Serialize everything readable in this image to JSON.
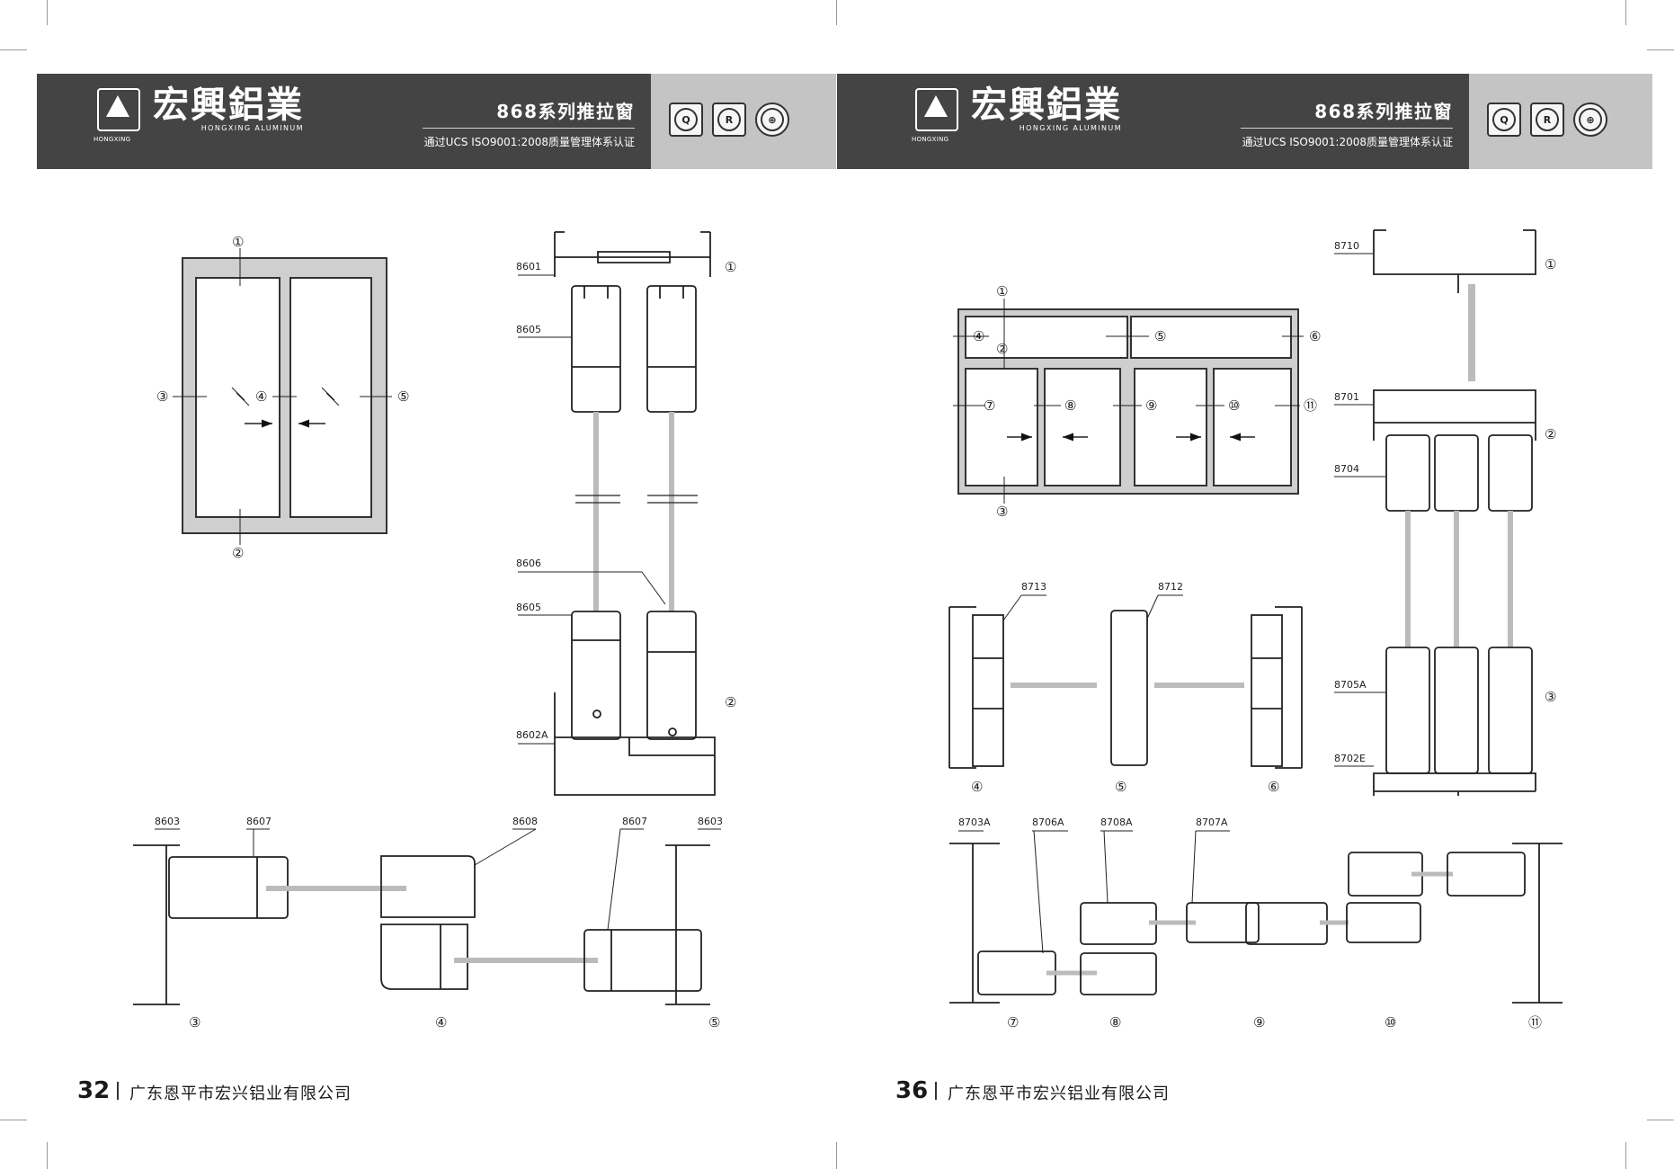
{
  "pages": [
    {
      "logo_cn": "宏興鋁業",
      "logo_en": "HONGXING ALUMINUM",
      "logo_tag": "HONGXING",
      "series_title": "868系列推拉窗",
      "certification": "通过UCS ISO9001:2008质量管理体系认证",
      "page_number": "32",
      "company": "广东恩平市宏兴铝业有限公司"
    },
    {
      "logo_cn": "宏興鋁業",
      "logo_en": "HONGXING ALUMINUM",
      "logo_tag": "HONGXING",
      "series_title": "868系列推拉窗",
      "certification": "通过UCS ISO9001:2008质量管理体系认证",
      "page_number": "36",
      "company": "广东恩平市宏兴铝业有限公司"
    }
  ],
  "badges": [
    {
      "letter": "Q",
      "icon": "q-china-cert-icon"
    },
    {
      "letter": "R",
      "icon": "r-china-cert-icon"
    },
    {
      "letter": "",
      "icon": "globe-cert-icon"
    }
  ],
  "left_drawing": {
    "window_markers": [
      "①",
      "②",
      "③",
      "④",
      "⑤"
    ],
    "section_codes": [
      "8601",
      "8605",
      "8606",
      "8605",
      "8602A"
    ],
    "section_markers": [
      "①",
      "②"
    ],
    "bottom_codes": [
      "8603",
      "8607",
      "8608",
      "8607",
      "8603"
    ],
    "bottom_markers": [
      "③",
      "④",
      "⑤"
    ]
  },
  "right_drawing": {
    "window_markers": [
      "①",
      "②",
      "③",
      "④",
      "⑤",
      "⑥",
      "⑦",
      "⑧",
      "⑨",
      "⑩",
      "⑪"
    ],
    "section_codes": [
      "8710",
      "8701",
      "8704",
      "8705A",
      "8702E"
    ],
    "section_markers": [
      "①",
      "②",
      "③"
    ],
    "middle_codes": [
      "8713",
      "8712"
    ],
    "middle_markers": [
      "④",
      "⑤",
      "⑥"
    ],
    "bottom_codes": [
      "8703A",
      "8706A",
      "8708A",
      "8707A"
    ],
    "bottom_markers": [
      "⑦",
      "⑧",
      "⑨",
      "⑩",
      "⑪"
    ]
  }
}
